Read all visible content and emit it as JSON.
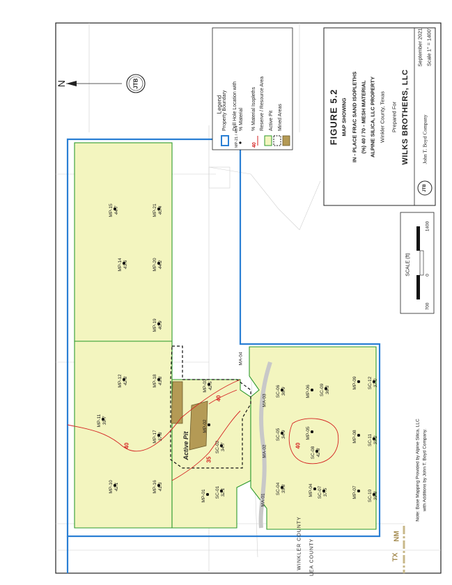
{
  "figure": {
    "number": "FIGURE 5.2",
    "line1": "MAP SHOWING",
    "line2": "IN - PLACE FRAC SAND ISOPLETHS",
    "line3": "(%) 40 / 70 - MESH MATERIAL",
    "line4": "ALPINE SILICA, LLC PROPERTY",
    "line5": "Winkler County, Texas",
    "prepared_for": "Prepared For",
    "client": "WILKS BROTHERS, LLC",
    "company": "John T. Boyd Company",
    "date": "September 2021",
    "scale_text": "Scale 1\" = 1400'"
  },
  "legend": {
    "title": "Legend",
    "items": [
      {
        "symbol": "",
        "label": "Property Boundary"
      },
      {
        "symbol": "MP-21 / 40.4",
        "label": "Drill Hole Location with % Material"
      },
      {
        "symbol": "40",
        "label": "% Material Isopleths"
      },
      {
        "symbol": "",
        "label": "Reserve / Resource Area"
      },
      {
        "symbol": "",
        "label": "Active Pit"
      },
      {
        "symbol": "",
        "label": "Mined Areas"
      }
    ]
  },
  "scale_bar": {
    "label": "SCALE (ft)",
    "ticks": [
      "700",
      "0",
      "1400"
    ]
  },
  "north": "N",
  "logo": "JTB",
  "note": {
    "line1": "Note: Base Mapping Provided by Alpine Silica, LLC",
    "line2": "with Additions by John T. Boyd Company."
  },
  "county_labels": {
    "winkler": "WINKLER COUNTY",
    "lea": "LEA COUNTY",
    "nm": "NM",
    "tx": "TX"
  },
  "active_pit_label": "Active Pit",
  "drill_holes": [
    {
      "id": "MP-15",
      "value": "44.7"
    },
    {
      "id": "MP-14",
      "value": "43.6"
    },
    {
      "id": "MP-21",
      "value": "40.4"
    },
    {
      "id": "MP-20",
      "value": "44.2"
    },
    {
      "id": "MP-19",
      "value": "40.9"
    },
    {
      "id": "MP-12",
      "value": "42.8"
    },
    {
      "id": "MP-18",
      "value": "43.8"
    },
    {
      "id": "MP-11",
      "value": "39.7"
    },
    {
      "id": "MP-17",
      "value": "37.8"
    },
    {
      "id": "MP-10",
      "value": "42.1"
    },
    {
      "id": "MP-16",
      "value": "41.3"
    },
    {
      "id": "MP-03",
      "value": "42.5"
    },
    {
      "id": "MP-02",
      "value": ""
    },
    {
      "id": "SC-02",
      "value": "34.7"
    },
    {
      "id": "MP-01",
      "value": ""
    },
    {
      "id": "SC-01",
      "value": "32.1"
    },
    {
      "id": "SC-06",
      "value": "36.9"
    },
    {
      "id": "SC-05",
      "value": "34.9"
    },
    {
      "id": "MP-05",
      "value": ""
    },
    {
      "id": "SC-08",
      "value": "42.8"
    },
    {
      "id": "MP-06",
      "value": ""
    },
    {
      "id": "SC-09",
      "value": "36.3"
    },
    {
      "id": "MP-09",
      "value": ""
    },
    {
      "id": "SC-12",
      "value": "37.0"
    },
    {
      "id": "MP-08",
      "value": ""
    },
    {
      "id": "SC-11",
      "value": "35.2"
    },
    {
      "id": "SC-04",
      "value": "35.8"
    },
    {
      "id": "MP-04",
      "value": ""
    },
    {
      "id": "SC-07",
      "value": "37.5"
    },
    {
      "id": "MP-07",
      "value": ""
    },
    {
      "id": "SC-10",
      "value": "39.8"
    }
  ],
  "monitor_points": [
    "MA-01",
    "MA-02",
    "MA-03",
    "MA-04"
  ],
  "isopleth_labels": [
    "40",
    "35",
    "40",
    "40"
  ],
  "colors": {
    "property_boundary": "#2a7fd4",
    "reserve_area": "#2e9a2e",
    "fill": "#f3f5bf",
    "isopleth": "#d42020",
    "mined": "#b49a55",
    "stateline": "#c8b88a"
  }
}
